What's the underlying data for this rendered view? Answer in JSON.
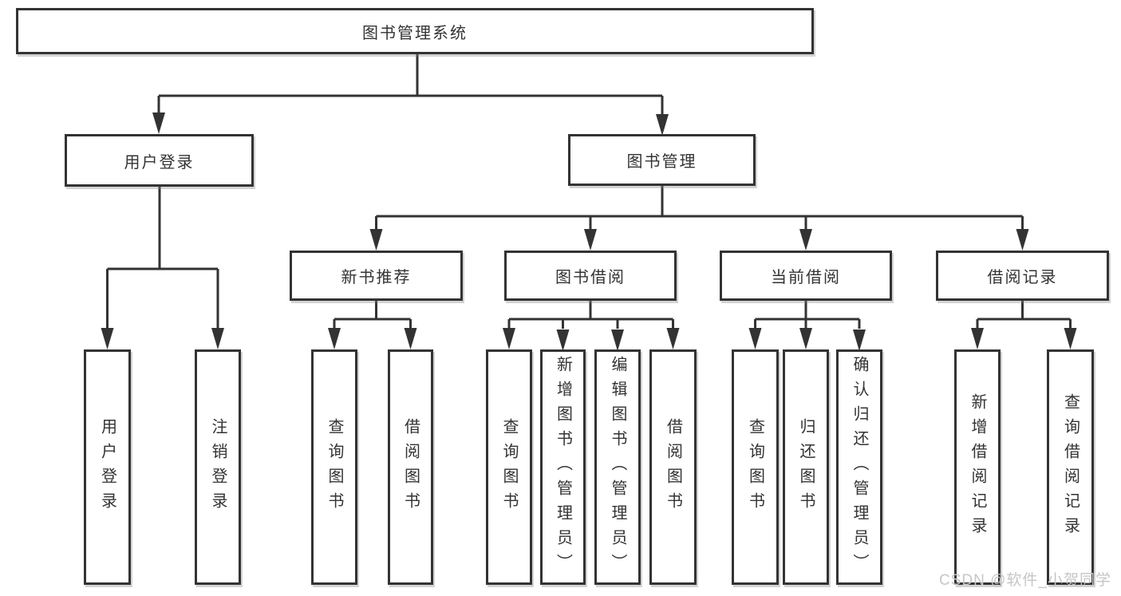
{
  "diagram": {
    "root": {
      "label": "图书管理系统"
    },
    "branches": [
      {
        "label": "用户登录",
        "children": [
          {
            "label": "用户登录"
          },
          {
            "label": "注销登录"
          }
        ]
      },
      {
        "label": "图书管理",
        "children": [
          {
            "label": "新书推荐",
            "children": [
              {
                "label": "查询图书"
              },
              {
                "label": "借阅图书"
              }
            ]
          },
          {
            "label": "图书借阅",
            "children": [
              {
                "label": "查询图书"
              },
              {
                "label": "新增图书（管理员）"
              },
              {
                "label": "编辑图书（管理员）"
              },
              {
                "label": "借阅图书"
              }
            ]
          },
          {
            "label": "当前借阅",
            "children": [
              {
                "label": "查询图书"
              },
              {
                "label": "归还图书"
              },
              {
                "label": "确认归还（管理员）"
              }
            ]
          },
          {
            "label": "借阅记录",
            "children": [
              {
                "label": "新增借阅记录"
              },
              {
                "label": "查询借阅记录"
              }
            ]
          }
        ]
      }
    ]
  },
  "watermark": {
    "text": "CSDN @软件_小贺同学"
  },
  "colors": {
    "line": "#333333",
    "text": "#333333",
    "background": "#ffffff",
    "watermark": "#c6c6c6"
  }
}
